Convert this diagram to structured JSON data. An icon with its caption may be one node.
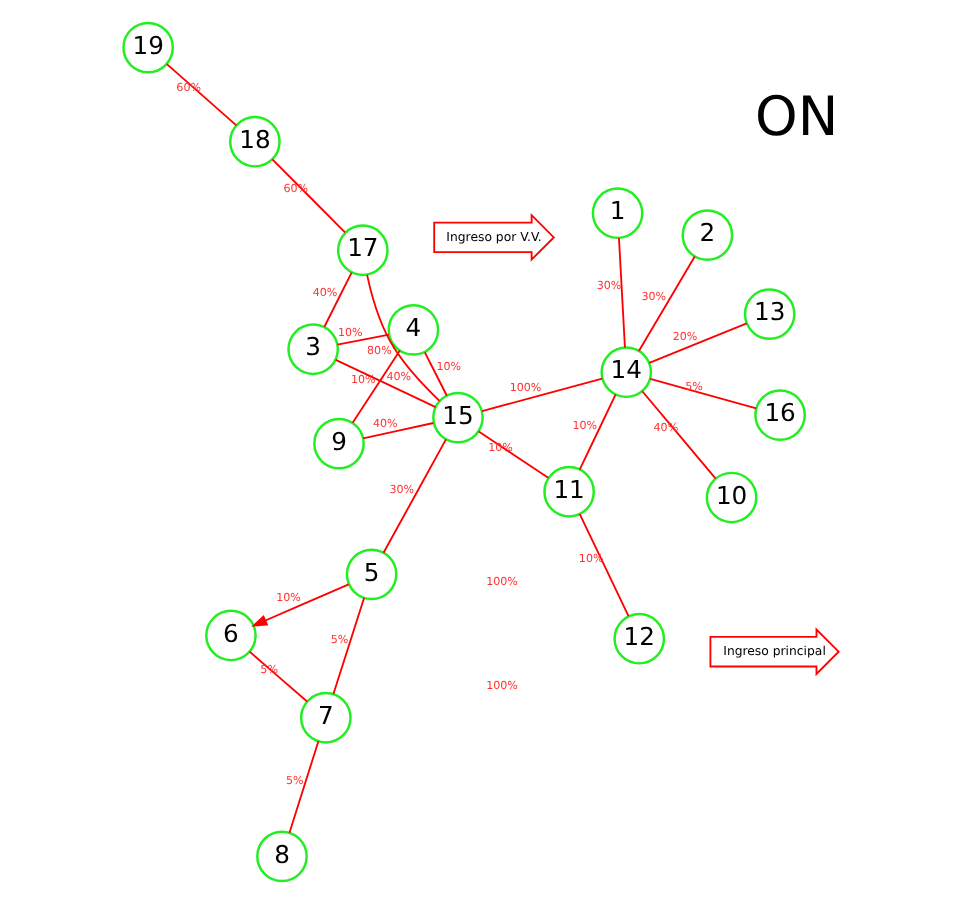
{
  "diagram": {
    "nodes": [
      {
        "text": [
          "1"
        ]
      },
      {
        "text": [
          "2"
        ]
      },
      {
        "text": [
          "3"
        ]
      },
      {
        "text": [
          "4"
        ]
      },
      {
        "text": [
          "5"
        ]
      },
      {
        "text": [
          "6"
        ]
      },
      {
        "text": [
          "7"
        ]
      },
      {
        "text": [
          "8"
        ]
      },
      {
        "text": [
          "9"
        ]
      },
      {
        "text": [
          "10"
        ]
      },
      {
        "text": [
          "11"
        ]
      },
      {
        "text": [
          "12"
        ]
      },
      {
        "text": [
          "13"
        ]
      },
      {
        "text": [
          "14"
        ]
      },
      {
        "text": [
          "15"
        ]
      },
      {
        "text": [
          "16"
        ]
      },
      {
        "text": [
          "17"
        ]
      },
      {
        "text": [
          "18"
        ]
      },
      {
        "text": [
          "19"
        ]
      },
      {
        "text": [
          "Ingreso por V.V."
        ]
      },
      {
        "text": [
          "Ingreso principal"
        ]
      }
    ],
    "edges": [
      {
        "from": 0,
        "to": 13,
        "arrow": "none",
        "label": "30%"
      },
      {
        "from": 1,
        "to": 13,
        "arrow": "none",
        "label": "30%"
      },
      {
        "from": 13,
        "to": 10,
        "arrow": "none",
        "label": "10%"
      },
      {
        "from": 10,
        "to": 11,
        "arrow": "none",
        "label": "10%"
      },
      {
        "from": 10,
        "to": 14,
        "arrow": "none",
        "label": "10%"
      },
      {
        "from": 13,
        "to": 9,
        "arrow": "none",
        "label": "40%"
      },
      {
        "from": 13,
        "to": 12,
        "arrow": "none",
        "label": "20%"
      },
      {
        "from": 13,
        "to": 15,
        "arrow": "none",
        "label": "5%"
      },
      {
        "from": 13,
        "to": 14,
        "arrow": "none",
        "label": "100%"
      },
      {
        "from": 14,
        "to": 4,
        "arrow": "none",
        "label": "30%"
      },
      {
        "from": 4,
        "to": 6,
        "arrow": "none",
        "label": "5%"
      },
      {
        "from": 4,
        "to": 5,
        "arrow": "to",
        "label": "10%"
      },
      {
        "from": 6,
        "to": 5,
        "arrow": "none",
        "label": "5%"
      },
      {
        "from": 6,
        "to": 7,
        "arrow": "none",
        "label": "5%"
      },
      {
        "from": 14,
        "to": 8,
        "arrow": "none",
        "label": "40%"
      },
      {
        "from": 14,
        "to": 3,
        "arrow": "none",
        "label": "10%"
      },
      {
        "from": 8,
        "to": 3,
        "arrow": "none",
        "label": "10%"
      },
      {
        "from": 14,
        "to": 2,
        "arrow": "none",
        "label": "40%"
      },
      {
        "from": 2,
        "to": 3,
        "arrow": "none",
        "label": "10%"
      },
      {
        "from": 14,
        "to": 16,
        "arrow": "none",
        "label": "80%"
      },
      {
        "from": 2,
        "to": 16,
        "arrow": "none",
        "label": "40%"
      },
      {
        "from": 16,
        "to": 17,
        "arrow": "none",
        "label": "60%"
      },
      {
        "from": 17,
        "to": 18,
        "arrow": "none",
        "label": "60%"
      }
    ],
    "labels": [
      "100%",
      "100%",
      "ON"
    ]
  }
}
